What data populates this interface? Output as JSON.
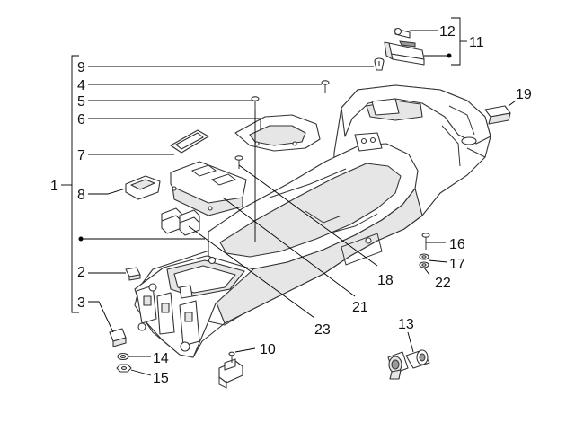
{
  "callouts": {
    "n1": "1",
    "n2": "2",
    "n3": "3",
    "n4": "4",
    "n5": "5",
    "n6": "6",
    "n7": "7",
    "n8": "8",
    "n9": "9",
    "n10": "10",
    "n11": "11",
    "n12": "12",
    "n13": "13",
    "n14": "14",
    "n15": "15",
    "n16": "16",
    "n17": "17",
    "n18": "18",
    "n19": "19",
    "n21": "21",
    "n22": "22",
    "n23": "23"
  }
}
